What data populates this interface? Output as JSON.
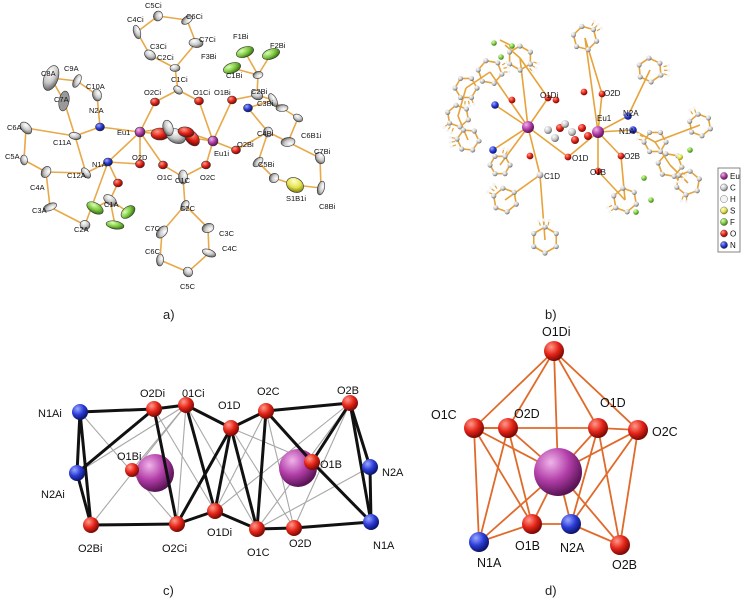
{
  "panels": {
    "a": {
      "caption": "a)"
    },
    "b": {
      "caption": "b)"
    },
    "c": {
      "caption": "c)"
    },
    "d": {
      "caption": "d)"
    }
  },
  "panel_a_labels": [
    "C4Ci",
    "C5Ci",
    "C6Ci",
    "C7Ci",
    "C3Ci",
    "C2Ci",
    "F1Bi",
    "F2Bi",
    "F3Bi",
    "C1Ci",
    "C1Bi",
    "C2Bi",
    "C3Bi",
    "O1Ci",
    "O2Ci",
    "O1Bi",
    "N2A",
    "C9A",
    "C8A",
    "C10A",
    "C7A",
    "Eu1",
    "Eu1i",
    "C11A",
    "C6A",
    "C5A",
    "C4A",
    "C3A",
    "C2A",
    "C12A",
    "N1A",
    "O2D",
    "O1C",
    "C1C",
    "O2C",
    "O2Bi",
    "C4Bi",
    "C5Bi",
    "C6B1i",
    "C7Bi",
    "S1B1i",
    "C8Bi",
    "C1A",
    "C2C",
    "C3C",
    "C4C",
    "C7C",
    "C6C",
    "C5C"
  ],
  "panel_b_labels": [
    "O1Di",
    "O2D",
    "Eu1",
    "N2A",
    "N1A",
    "O1D",
    "O2B",
    "O1B",
    "C1D"
  ],
  "legend": [
    {
      "symbol": "Eu",
      "color": "#b23ea8"
    },
    {
      "symbol": "C",
      "color": "#b9b9b9"
    },
    {
      "symbol": "H",
      "color": "#f1f1f1"
    },
    {
      "symbol": "S",
      "color": "#e4e24a"
    },
    {
      "symbol": "F",
      "color": "#79c742"
    },
    {
      "symbol": "O",
      "color": "#e52418"
    },
    {
      "symbol": "N",
      "color": "#2a3bd6"
    }
  ],
  "panel_c_labels": [
    "N1Ai",
    "O2Di",
    "01Ci",
    "O1D",
    "O2C",
    "O2B",
    "O1Bi",
    "N2Ai",
    "O1B",
    "N2A",
    "O2Bi",
    "O2Ci",
    "O1Di",
    "O1C",
    "O2D",
    "N1A"
  ],
  "panel_d_labels": [
    "O1Di",
    "O1C",
    "O2D",
    "O1D",
    "O2C",
    "O1B",
    "N2A",
    "N1A",
    "O2B"
  ],
  "colors": {
    "europium": "#b23ea8",
    "oxygen": "#e52418",
    "nitrogen": "#2a3bd6",
    "carbon": "#c8c8c8",
    "fluorine": "#8ad04a",
    "sulfur": "#eaea6a",
    "bond": "#e8a94a",
    "edge_dark": "#111111",
    "edge_light": "#aaaaaa",
    "polyhedron": "#e06a2a"
  }
}
